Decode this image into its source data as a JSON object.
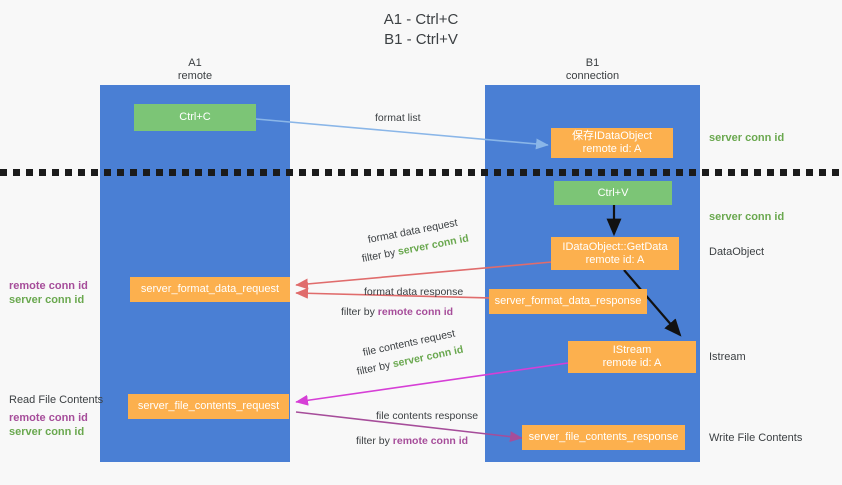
{
  "title": {
    "line1": "A1 - Ctrl+C",
    "line2": "B1 - Ctrl+V"
  },
  "lanes": [
    {
      "id": "a1",
      "name": "A1",
      "sub": "remote"
    },
    {
      "id": "b1",
      "name": "B1",
      "sub": "connection"
    }
  ],
  "nodes": {
    "ctrl_c": {
      "label": "Ctrl+C"
    },
    "ctrl_v": {
      "label": "Ctrl+V"
    },
    "idataobject_store": {
      "line1": "保存IDataObject",
      "line2": "remote id: A"
    },
    "idataobject_getdata": {
      "line1": "IDataObject::GetData",
      "line2": "remote id: A"
    },
    "istream": {
      "line1": "IStream",
      "line2": "remote id: A"
    },
    "server_format_data_request": {
      "label": "server_format_data_request"
    },
    "server_format_data_response": {
      "label": "server_format_data_response"
    },
    "server_file_contents_request": {
      "label": "server_file_contents_request"
    },
    "server_file_contents_response": {
      "label": "server_file_contents_response"
    }
  },
  "right_labels": {
    "server_conn_id_1": "server conn id",
    "server_conn_id_2": "server conn id",
    "dataobject": "DataObject",
    "istream": "Istream",
    "write_file_contents": "Write File Contents"
  },
  "left_labels": {
    "read_file_contents": "Read File Contents",
    "remote_conn_id_1": "remote conn id",
    "server_conn_id_1": "server conn id",
    "remote_conn_id_2": "remote conn id",
    "server_conn_id_2": "server conn id"
  },
  "edges": {
    "format_list": "format list",
    "format_data_request": "format data request",
    "format_data_request_filter_prefix": "filter by ",
    "format_data_request_filter_value": "server conn id",
    "format_data_response": "format data response",
    "format_data_response_filter_prefix": "filter by ",
    "format_data_response_filter_value": "remote conn id",
    "file_contents_request": "file contents request",
    "file_contents_request_filter_prefix": "filter by ",
    "file_contents_request_filter_value": "server conn id",
    "file_contents_response": "file contents response",
    "file_contents_response_filter_prefix": "filter by ",
    "file_contents_response_filter_value": "remote conn id"
  },
  "colors": {
    "lane": "#4a7fd4",
    "green_node": "#7cc576",
    "orange_node": "#fcb04e",
    "server_conn_id": "#6aa84f",
    "remote_conn_id": "#a64d9a",
    "arrow_blue": "#8ab6e8",
    "arrow_red": "#e06c6c",
    "arrow_magenta": "#d63fd6",
    "arrow_purple": "#a64d9a",
    "arrow_black": "#000000",
    "divider": "#1b1b1b",
    "background": "#f8f8f8"
  }
}
